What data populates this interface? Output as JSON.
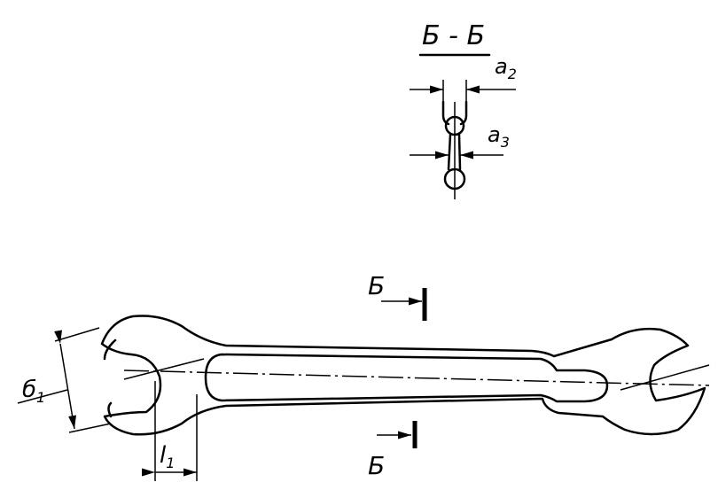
{
  "section": {
    "title": "Б - Б",
    "dim_a2": "a",
    "dim_a2_sub": "2",
    "dim_a3": "a",
    "dim_a3_sub": "3"
  },
  "cut_marks": {
    "top": "Б",
    "bottom": "Б"
  },
  "dimensions": {
    "b1": "б",
    "b1_sub": "1",
    "l1": "l",
    "l1_sub": "1"
  }
}
